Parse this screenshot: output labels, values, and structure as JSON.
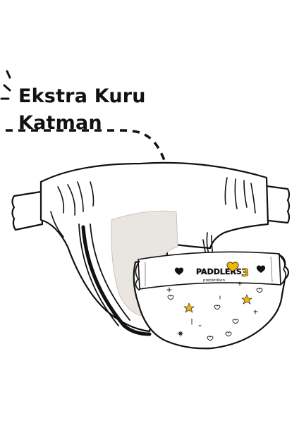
{
  "callout": {
    "line1": "Ekstra Kuru",
    "line2": "Katman"
  },
  "brand": {
    "name": "PADDLERS",
    "sub": "prebiotiken",
    "size": "3"
  },
  "colors": {
    "ink": "#111111",
    "layer_fill": "#e9e6e1",
    "accent": "#f2b705",
    "background": "#ffffff"
  },
  "icons": [
    "spark-lines-icon",
    "dashed-arrow-icon",
    "heart-icon",
    "star-icon"
  ]
}
